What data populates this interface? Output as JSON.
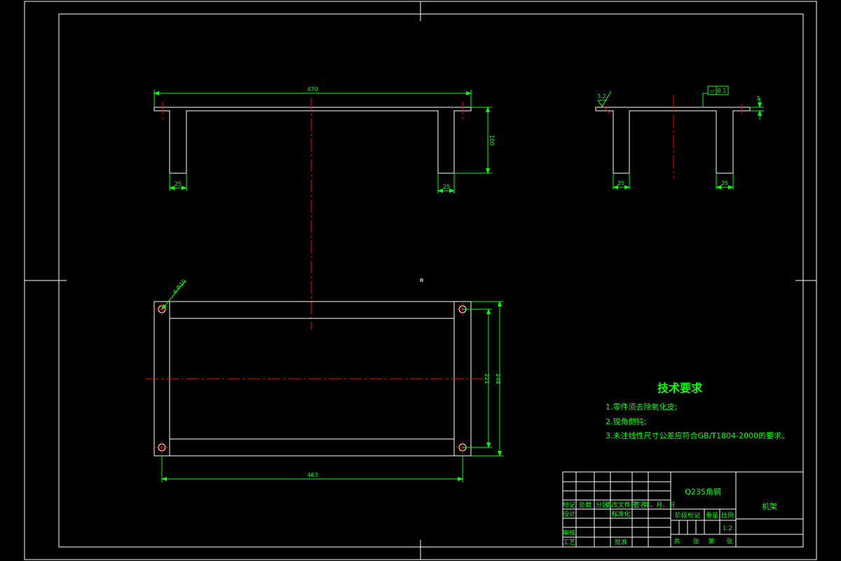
{
  "drawing": {
    "part_name": "机架",
    "material": "Q235角钢",
    "scale": "1:2",
    "colors": {
      "background": "#000000",
      "outline": "#ffffff",
      "dimension": "#00ff00",
      "centerline": "#ff0000"
    }
  },
  "front_view": {
    "overall_length": "470",
    "height": "100",
    "leg_left": "25",
    "leg_right": "25"
  },
  "side_view": {
    "roughness": "3.2",
    "flatness_symbol": "▱",
    "flatness_value": "0.1",
    "plate_thickness": "3",
    "leg_left": "25",
    "leg_right": "25"
  },
  "plan_view": {
    "hole_note": "4-Φ10",
    "width_inner": "221",
    "width_outer": "248",
    "hole_spacing": "463"
  },
  "technical_requirements": {
    "heading": "技术要求",
    "items": [
      "1.零件须去除氧化皮;",
      "2.锐角倒钝;",
      "3.未注线性尺寸公差应符合GB/T1804-2000的要求。"
    ]
  },
  "title_block": {
    "col_labels": [
      "标记",
      "处数",
      "分区",
      "更改文件号",
      "签名",
      "年、月、日"
    ],
    "design": "设计",
    "standardize": "标准化",
    "review": "审核",
    "process": "工艺",
    "approve": "批准",
    "stage_mark": "阶段标记",
    "weight": "重量",
    "ratio": "比例",
    "sheets_total": "共",
    "sheets_unit1": "张",
    "sheet_no": "第",
    "sheets_unit2": "张"
  }
}
